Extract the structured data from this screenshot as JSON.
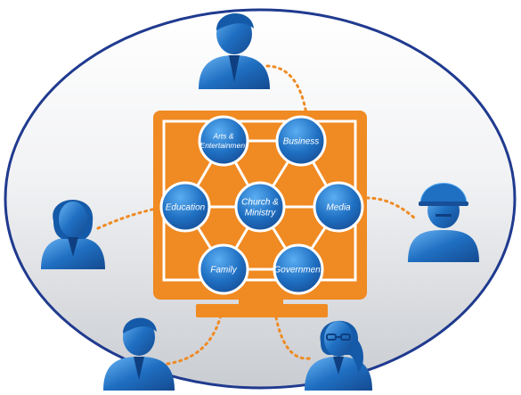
{
  "colors": {
    "ring_outline": "#1f3a8f",
    "ring_fill_light": "#ffffff",
    "ring_fill_dark": "#c9ccd1",
    "monitor": "#f08a22",
    "monitor_lines": "#ffffff",
    "node_fill": "#1f6fc2",
    "node_highlight": "#4fa3ee",
    "node_stroke": "#ffffff",
    "person": "#1b6cc0",
    "person_highlight": "#5aa9f0",
    "connector": "#f08a22"
  },
  "nodes": {
    "arts": {
      "lines": [
        "Arts &",
        "Entertainment"
      ]
    },
    "business": {
      "lines": [
        "Business"
      ]
    },
    "education": {
      "lines": [
        "Education"
      ]
    },
    "church": {
      "lines": [
        "Church &",
        "Ministry"
      ]
    },
    "media": {
      "lines": [
        "Media"
      ]
    },
    "family": {
      "lines": [
        "Family"
      ]
    },
    "government": {
      "lines": [
        "Government"
      ]
    }
  },
  "people": [
    {
      "id": "person-top",
      "icon": "person-icon"
    },
    {
      "id": "person-left",
      "icon": "woman-icon"
    },
    {
      "id": "person-right",
      "icon": "construction-worker-icon"
    },
    {
      "id": "person-bottom-left",
      "icon": "person-icon"
    },
    {
      "id": "person-bottom-right",
      "icon": "woman-glasses-icon"
    }
  ]
}
